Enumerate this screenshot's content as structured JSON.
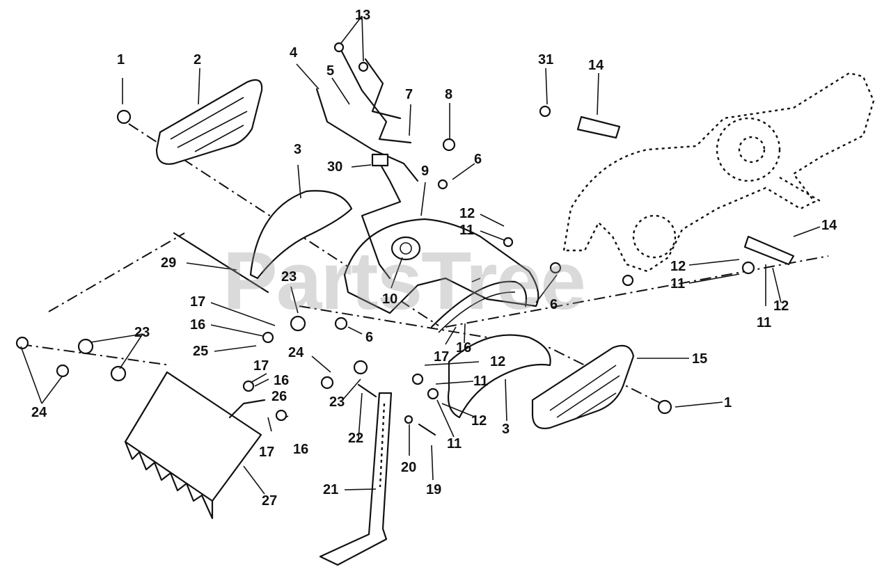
{
  "watermark": "PartsTree",
  "callouts": [
    "1",
    "2",
    "3",
    "4",
    "5",
    "7",
    "8",
    "9",
    "6",
    "13",
    "30",
    "12",
    "11",
    "10",
    "29",
    "23",
    "17",
    "16",
    "25",
    "24",
    "6",
    "31",
    "14",
    "14",
    "12",
    "11",
    "11",
    "12",
    "15",
    "1",
    "12",
    "11",
    "3",
    "22",
    "23",
    "24",
    "17",
    "16",
    "26",
    "17",
    "16",
    "20",
    "19",
    "21",
    "27",
    "12",
    "11",
    "16",
    "17",
    "6"
  ]
}
